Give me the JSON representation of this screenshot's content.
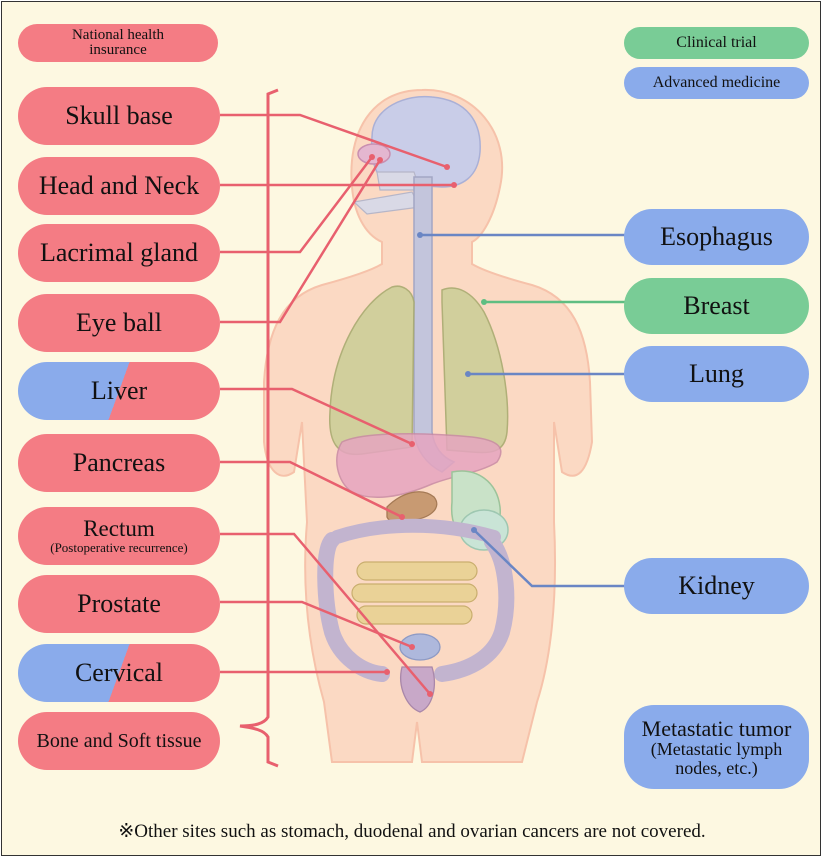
{
  "legend": {
    "national_health_insurance": "National health insurance",
    "clinical_trial": "Clinical trial",
    "advanced_medicine": "Advanced medicine"
  },
  "left_sites": [
    {
      "label": "Skull base",
      "category": "National health insurance"
    },
    {
      "label": "Head and Neck",
      "category": "National health insurance"
    },
    {
      "label": "Lacrimal gland",
      "category": "National health insurance"
    },
    {
      "label": "Eye ball",
      "category": "National health insurance"
    },
    {
      "label": "Liver",
      "category": "Advanced medicine / National health insurance"
    },
    {
      "label": "Pancreas",
      "category": "National health insurance"
    },
    {
      "label": "Rectum",
      "sublabel": "(Postoperative recurrence)",
      "category": "National health insurance"
    },
    {
      "label": "Prostate",
      "category": "National health insurance"
    },
    {
      "label": "Cervical",
      "category": "Advanced medicine / National health insurance"
    },
    {
      "label": "Bone and Soft tissue",
      "category": "National health insurance"
    }
  ],
  "right_sites": [
    {
      "label": "Esophagus",
      "category": "Advanced medicine"
    },
    {
      "label": "Breast",
      "category": "Clinical trial"
    },
    {
      "label": "Lung",
      "category": "Advanced medicine"
    },
    {
      "label": "Kidney",
      "category": "Advanced medicine"
    },
    {
      "label": "Metastatic tumor",
      "sublabel": "(Metastatic lymph nodes, etc.)",
      "category": "Advanced medicine"
    }
  ],
  "colors": {
    "national_health_insurance": "#f47c84",
    "clinical_trial": "#79cc96",
    "advanced_medicine": "#8aabeb",
    "leader_red": "#e8606e",
    "leader_blue": "#6a86c4",
    "leader_green": "#5fbe82",
    "background": "#fdf8e1"
  },
  "footnote": "※Other sites such as stomach, duodenal and ovarian cancers are not covered."
}
